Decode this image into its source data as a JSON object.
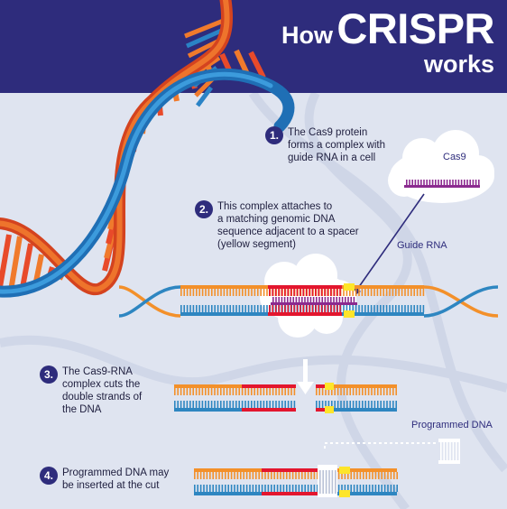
{
  "header": {
    "title_word1": "How",
    "title_word2": "CRISPR",
    "title_line2": "works",
    "band_color": "#2e2c7c"
  },
  "steps": [
    {
      "number": "1.",
      "text": "The Cas9 protein\nforms a complex with\nguide RNA in a cell"
    },
    {
      "number": "2.",
      "text": "This complex attaches to\na matching genomic DNA\nsequence adjacent to a spacer\n(yellow segment)"
    },
    {
      "number": "3.",
      "text": "The Cas9-RNA\ncomplex cuts the\ndouble strands of\nthe DNA"
    },
    {
      "number": "4.",
      "text": "Programmed DNA may\nbe inserted at the cut"
    }
  ],
  "labels": {
    "cas9": "Cas9",
    "guide_rna": "Guide RNA",
    "programmed_dna": "Programmed DNA"
  },
  "colors": {
    "navy": "#2e2c7c",
    "orange": "#f3902a",
    "blue": "#2e86c1",
    "red": "#e3162e",
    "yellow": "#fde52a",
    "purple": "#8b2a8f",
    "helix_red": "#e84a2a",
    "helix_orange": "#f07a2c",
    "helix_blue": "#2a83c6"
  },
  "icons": [
    "dna-helix-icon",
    "cas9-cloud-icon",
    "scissors-cut-arrow-icon",
    "programmed-dna-icon"
  ]
}
